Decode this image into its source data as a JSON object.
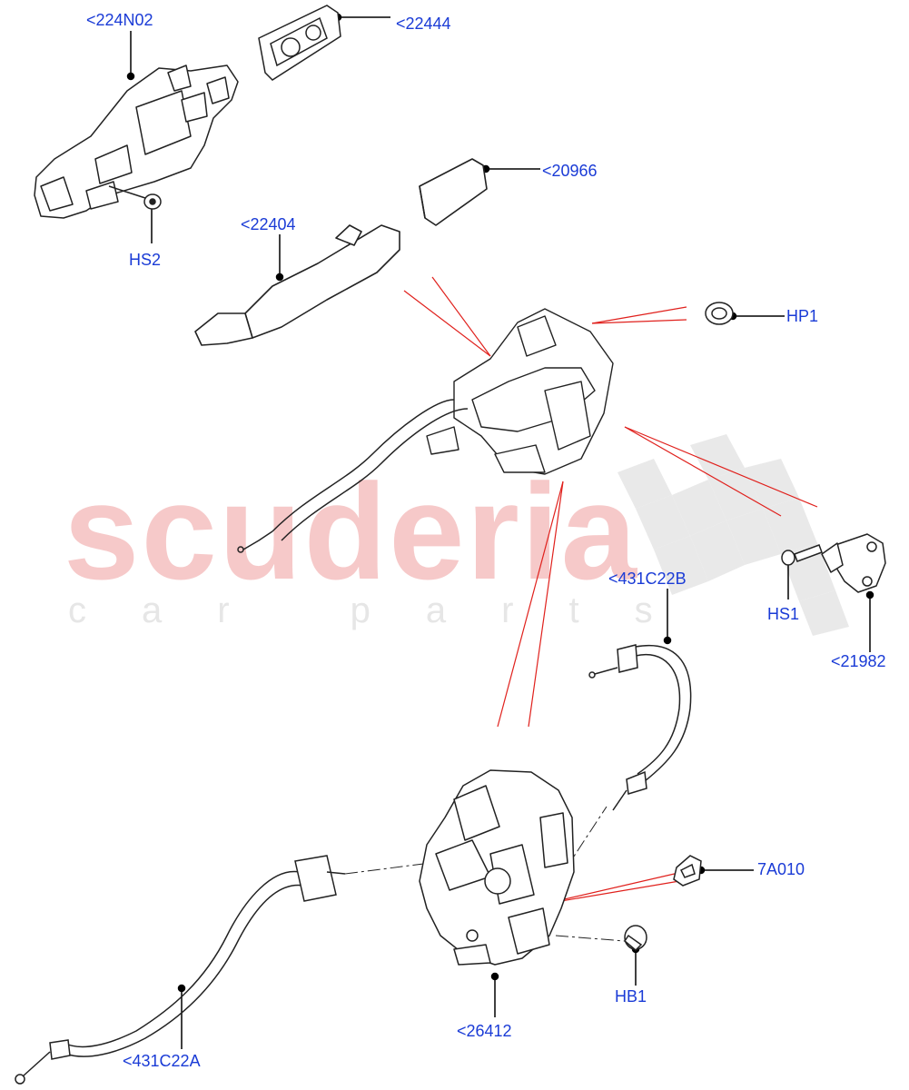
{
  "watermark": {
    "brand": "scuderia",
    "tagline": "car parts"
  },
  "labels": {
    "l224N02": "<224N02",
    "l22444": "<22444",
    "l20966": "<20966",
    "l22404": "<22404",
    "lHS2": "HS2",
    "lHP1": "HP1",
    "l431C22B": "<431C22B",
    "lHS1": "HS1",
    "l21982": "<21982",
    "l7A010": "7A010",
    "lHB1": "HB1",
    "l26412": "<26412",
    "l431C22A": "<431C22A"
  },
  "colors": {
    "label": "#1a3bd6",
    "leader": "#000000",
    "guide": "#e0201c",
    "part_stroke": "#222222",
    "watermark_red": "#f6c9c9",
    "watermark_gray": "#e6e6e6"
  }
}
